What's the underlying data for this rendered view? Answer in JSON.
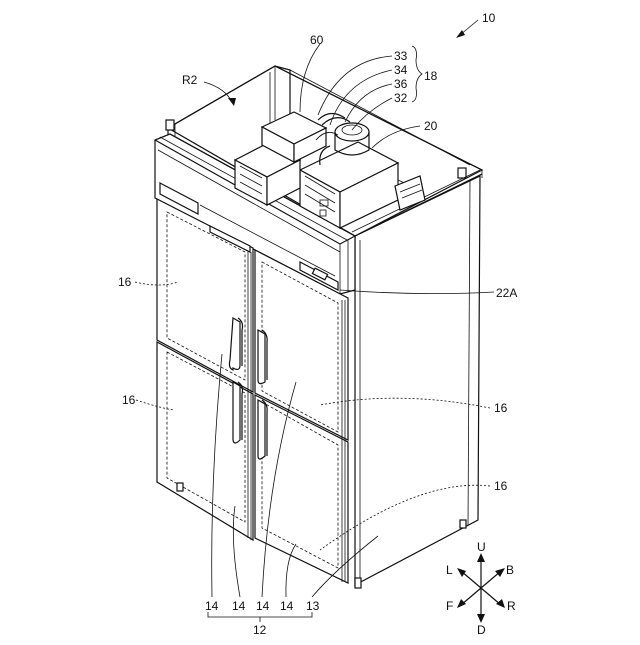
{
  "labels": {
    "ref_10": "10",
    "ref_r2": "R2",
    "ref_60": "60",
    "ref_33": "33",
    "ref_34": "34",
    "ref_36": "36",
    "ref_32": "32",
    "ref_18": "18",
    "ref_20": "20",
    "ref_22a": "22A",
    "ref_16_upper_left": "16",
    "ref_16_lower_left": "16",
    "ref_16_right_upper": "16",
    "ref_16_right_lower": "16",
    "ref_14_a": "14",
    "ref_14_b": "14",
    "ref_14_c": "14",
    "ref_14_d": "14",
    "ref_13": "13",
    "ref_12": "12"
  },
  "compass": {
    "up": "U",
    "down": "D",
    "left": "L",
    "right": "R",
    "back": "B",
    "front": "F"
  }
}
